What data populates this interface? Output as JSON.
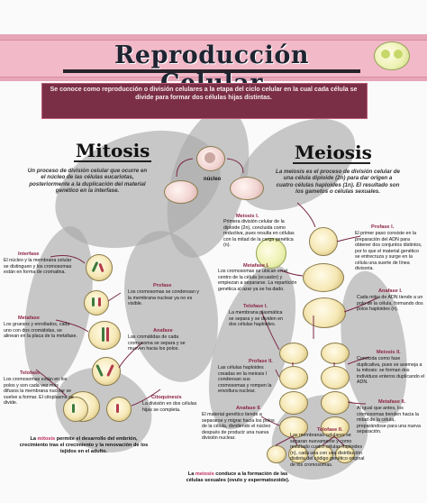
{
  "title": "Reproducción Celular",
  "subtitle": "Se conoce como reproducción o división celulares a la etapa del ciclo celular en la cual cada célula se divide para formar dos células hijas distintas.",
  "nucleus_label": "núcleo",
  "mitosis": {
    "title": "Mitosis",
    "description": "Un proceso de división celular que ocurre en el núcleo de las células eucariotas, posteriormente a la duplicación del material genético en la interfase.",
    "phases": [
      {
        "name": "Interfase",
        "text": "El núcleo y la membrana celular se distinguen y los cromosomas están en forma de cromatina."
      },
      {
        "name": "Profase",
        "text": "Los cromosomas se condensan y la membrana nuclear ya no es visible."
      },
      {
        "name": "Metafase",
        "text": "Los gruesos y enrollados, cada uno con dos cromátidas, se alinean en la placa de la metafase."
      },
      {
        "name": "Anafase",
        "text": "Las cromátidas de cada cromosoma se separa y se mueven hacia los polos."
      },
      {
        "name": "Telofase",
        "text": "Los cromosomas están en los polos y son cada vez más difusos la membrana nuclear se vuelve a formar. El citoplasma se divide."
      },
      {
        "name": "Citoquinesis",
        "text": "La división en dos células hijas se completa."
      }
    ],
    "note_keyword": "mitosis",
    "note_before": "La",
    "note_after": "permite el desarrollo del embrión, crecimiento tras el crecimiento y la renovación de los tejidos en el adulto."
  },
  "meiosis": {
    "title": "Meiosis",
    "description": "La meiosis es el proceso de división celular de una célula diploide (2n) para dar origen a cuatro células haploides (1n). El resultado son los gametos o células sexuales.",
    "phases": [
      {
        "name": "Meiosis I.",
        "text": "Primera división celular de la diploide (2n), concluida como reductiva, pues resulta en células con la mitad de la carga genética (n)."
      },
      {
        "name": "Profase I.",
        "text": "El primer paso consiste en la preparación del ADN para obtener dos conjuntos distintos, por lo que el material genético se entrecruza y surge en la célula una suerte de línea divisoria."
      },
      {
        "name": "Metafase I.",
        "text": "Los cromosomas se ubican en el centro de la célula (ecuador) y empiezan a separarse. La repartición genética al azar ya se ha dado."
      },
      {
        "name": "Anafase I.",
        "text": "Cada mitra de ADN tiende a un polo de la célula, formando dos polos haploides (n)."
      },
      {
        "name": "Telofase I.",
        "text": "La membrana plasmática se separa y se dividen en dos células haploides."
      },
      {
        "name": "Profase II.",
        "text": "Las células haploides creadas en la meiosis I condensan sus cromosomas y rompen la envoltura nuclear."
      },
      {
        "name": "Meiosis II.",
        "text": "Conocida como fase duplicativa, pues se asemeja a la mitosis: se forman dos individuos enteros duplicando el ADN."
      },
      {
        "name": "Metafase II.",
        "text": "Al igual que antes, los cromosomas tienden hacia la mitad de la célula, preparándose para una nueva separación."
      },
      {
        "name": "Anafase II.",
        "text": "El material genético tiende a separarse y migrar hacia los polos de la célula, dividiendo el núcleo después de producir una nueva división nuclear."
      },
      {
        "name": "Telofase II.",
        "text": "Las membranas celulares se separan nuevamente y como resultado cuatro células haploides (n), cada una con una distribución distinta del código genético original de los cromosomas."
      }
    ],
    "note_keyword": "meiosis",
    "note_before": "La",
    "note_after": "conduce a la formación de las células sexuales (ovulo y espermatozoide)."
  },
  "colors": {
    "banner": "#f2b9c8",
    "subtitle_box": "#7a2f46",
    "phase_title": "#8c2442",
    "keyword": "#c02a5b",
    "arrow": "#7a2747"
  }
}
